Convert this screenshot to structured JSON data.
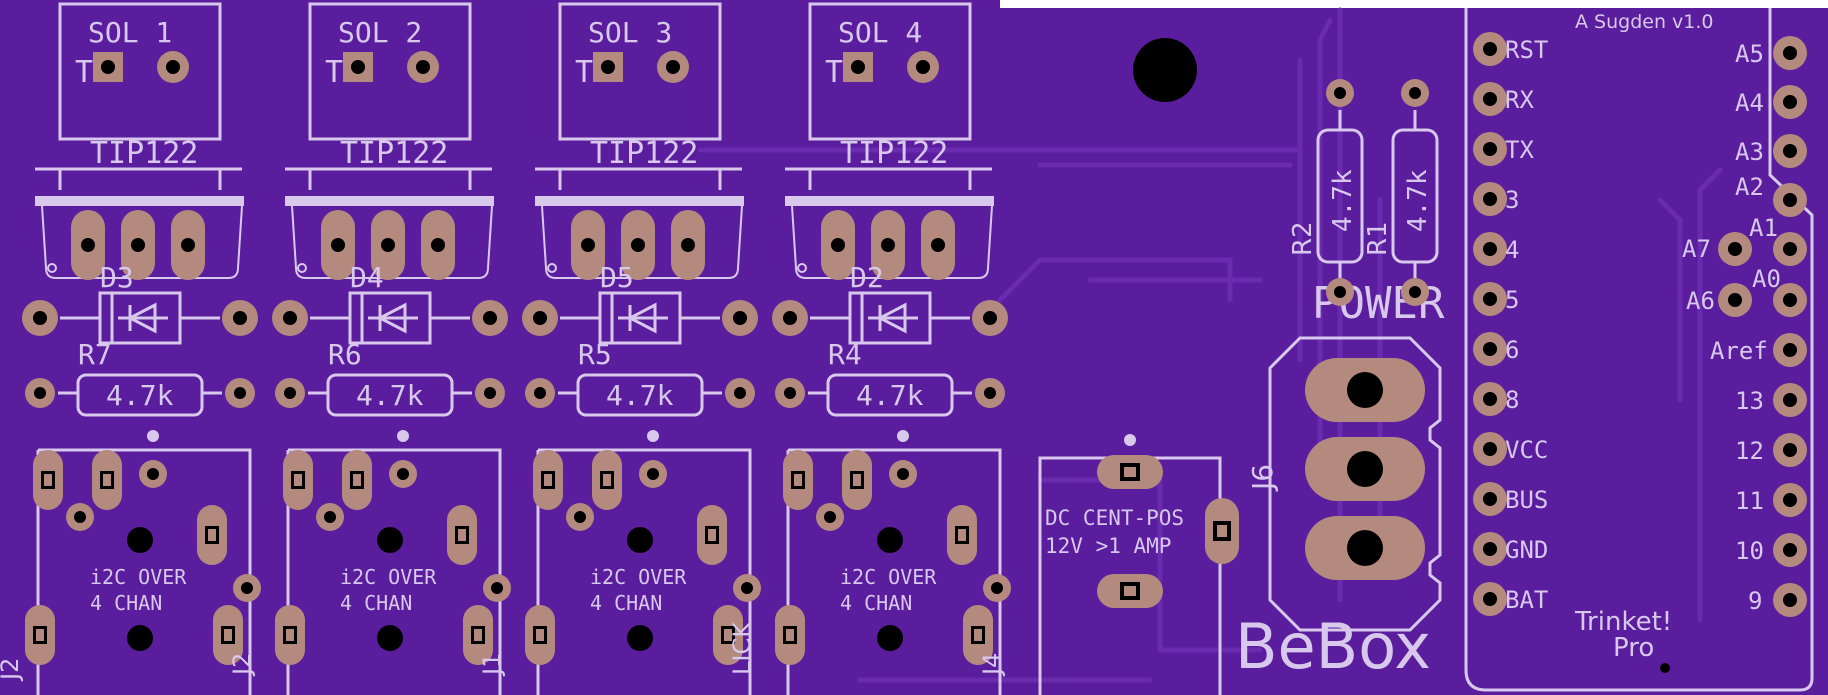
{
  "board": {
    "colors": {
      "substrate": "#5a1d9e",
      "silkscreen": "#d8c8ec",
      "copper": "#b48a7e",
      "trace": "#6a2bb0",
      "drill": "#000000"
    },
    "solenoids": [
      "SOL 1",
      "SOL 2",
      "SOL 3",
      "SOL 4"
    ],
    "transistor_label": "TIP122",
    "diodes": [
      "D3",
      "D4",
      "D5",
      "D2"
    ],
    "resistors": [
      "R7",
      "R6",
      "R5",
      "R4"
    ],
    "resistor_value": "4.7k",
    "i2c_label_line1": "i2C OVER",
    "i2c_label_line2": "4 CHAN",
    "jack_refs": [
      "J2",
      "J1",
      "LICK",
      "J4"
    ],
    "dc_label_line1": "DC CENT-POS",
    "dc_label_line2": "12V >1 AMP",
    "j6": "J6",
    "power": "POWER",
    "r2": "R2",
    "r1": "R1",
    "r1_value": "4.7k",
    "r2_value": "4.7k",
    "bebox": "BeBox",
    "author": "A Sugden v1.0",
    "trinket_line1": "Trinket!",
    "trinket_line2": "Pro",
    "left_pins": [
      "RST",
      "RX",
      "TX",
      "3",
      "4",
      "5",
      "6",
      "8",
      "VCC",
      "BUS",
      "GND",
      "BAT"
    ],
    "right_pins": [
      "A5",
      "A4",
      "A3",
      "A2",
      "A1",
      "A7",
      "A6",
      "A0",
      "Aref",
      "13",
      "12",
      "11",
      "10",
      "9"
    ]
  }
}
